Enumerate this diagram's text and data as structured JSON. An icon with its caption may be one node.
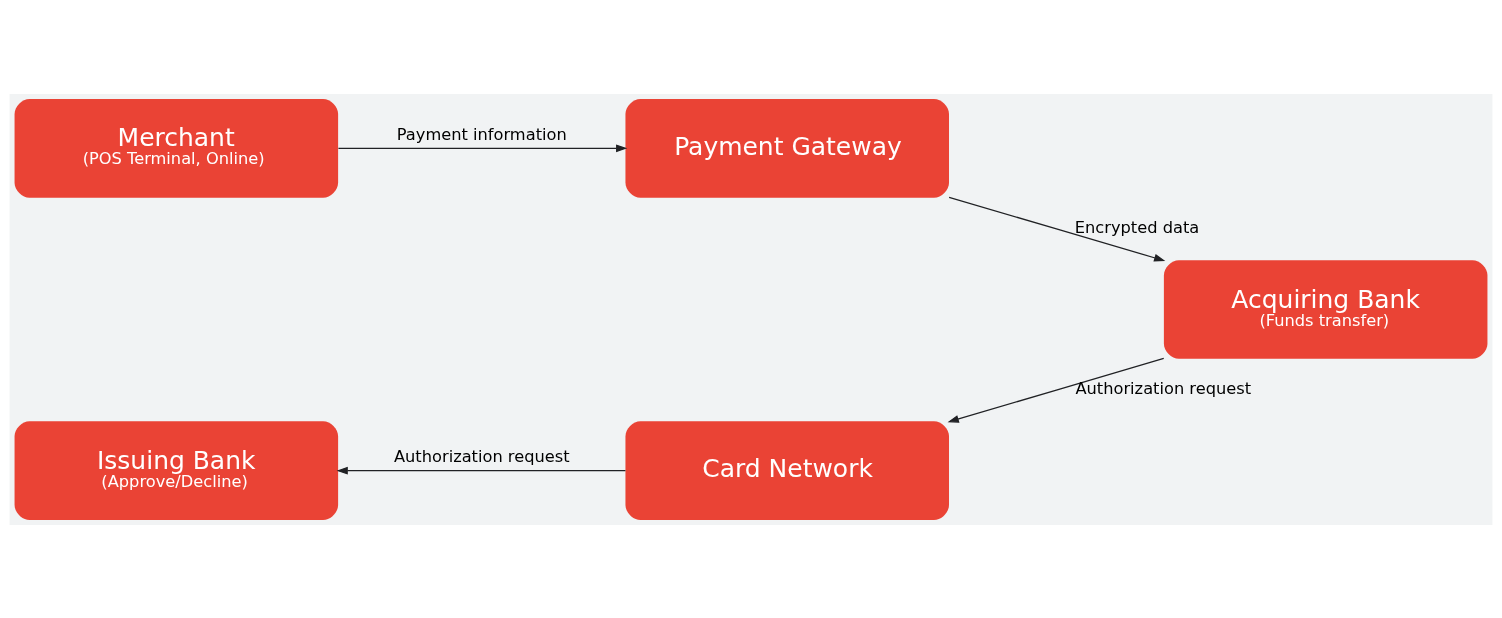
{
  "diagram": {
    "nodes": [
      {
        "text": [
          "Merchant",
          "(POS Terminal, Online)"
        ]
      },
      {
        "text": [
          "Payment Gateway"
        ]
      },
      {
        "text": [
          "Acquiring Bank",
          "(Funds transfer)"
        ]
      },
      {
        "text": [
          "Card Network"
        ]
      },
      {
        "text": [
          "Issuing Bank",
          "(Approve/Decline)"
        ]
      }
    ],
    "edges": [
      {
        "from": 0,
        "to": 1,
        "arrow": "to",
        "label": "Payment information"
      },
      {
        "from": 1,
        "to": 2,
        "arrow": "to",
        "label": "Encrypted data"
      },
      {
        "from": 2,
        "to": 3,
        "arrow": "to",
        "label": "Authorization request"
      },
      {
        "from": 3,
        "to": 4,
        "arrow": "to",
        "label": "Authorization request"
      }
    ]
  }
}
